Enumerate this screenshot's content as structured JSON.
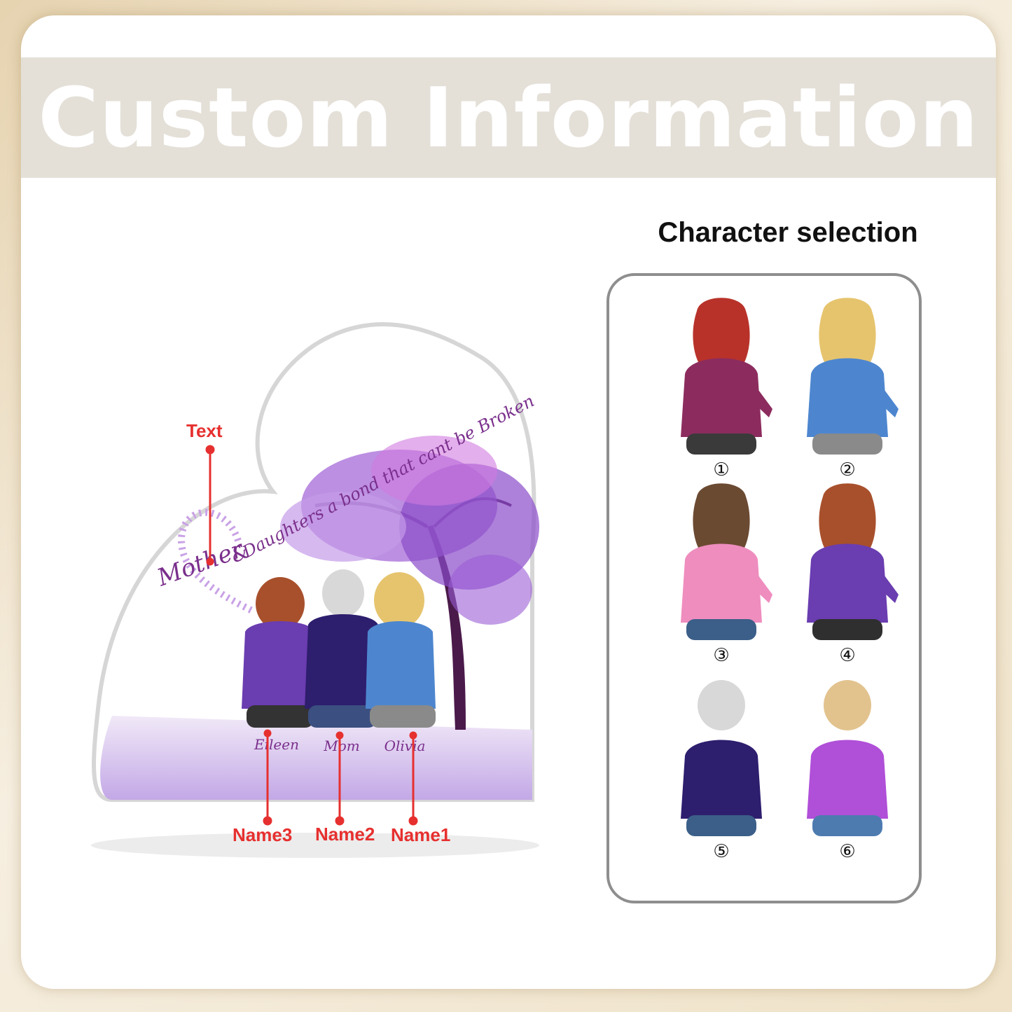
{
  "banner": {
    "title": "Custom Information"
  },
  "preview": {
    "callouts": {
      "text": "Text",
      "name1": "Name1",
      "name2": "Name2",
      "name3": "Name3"
    },
    "phrase_part1": "Mother",
    "phrase_amp": "&",
    "phrase_part2": "Daughters a bond that cant be Broken",
    "names": [
      "Eileen",
      "Mom",
      "Olivia"
    ]
  },
  "selection": {
    "title": "Character selection",
    "characters": [
      {
        "number": "①",
        "hair": "#b8322a",
        "top": "#8c2c5e",
        "pants": "#3a3a3a"
      },
      {
        "number": "②",
        "hair": "#e6c46e",
        "top": "#4d86cf",
        "pants": "#8a8a8a"
      },
      {
        "number": "③",
        "hair": "#6b4a32",
        "top": "#ef8dbf",
        "pants": "#3b5f88"
      },
      {
        "number": "④",
        "hair": "#a8502c",
        "top": "#6a3db0",
        "pants": "#2f2f2f"
      },
      {
        "number": "⑤",
        "hair": "#d8d8d8",
        "top": "#2e1e6e",
        "pants": "#3b5f88"
      },
      {
        "number": "⑥",
        "hair": "#e2c38e",
        "top": "#b04fd8",
        "pants": "#4d7bb0"
      }
    ]
  }
}
